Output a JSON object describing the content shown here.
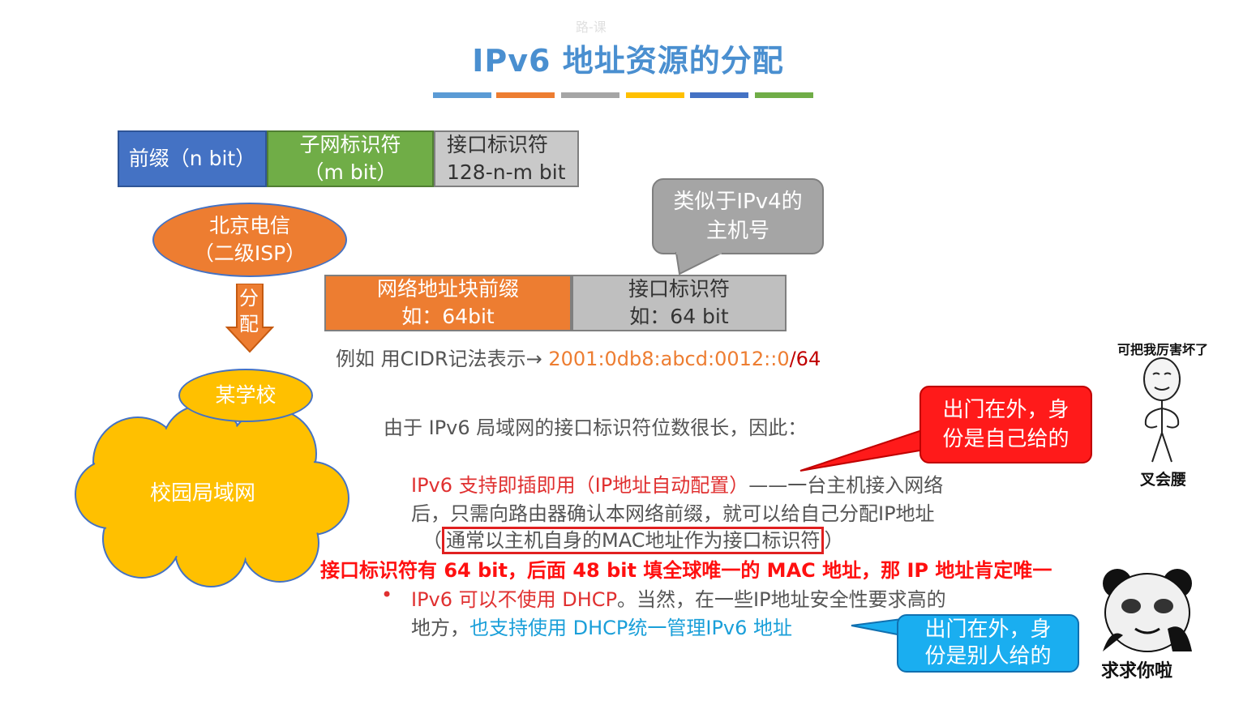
{
  "watermark": "路-课",
  "title": "IPv6 地址资源的分配",
  "title_bar_colors": [
    "#5b9bd5",
    "#ed7d31",
    "#a5a5a5",
    "#ffc000",
    "#4472c4",
    "#70ad47"
  ],
  "address_layout": {
    "prefix": "前缀（n bit）",
    "subnet_line1": "子网标识符",
    "subnet_line2": "（m bit）",
    "interface_line1": "接口标识符",
    "interface_line2": "128-n-m bit"
  },
  "isp": {
    "line1": "北京电信",
    "line2": "（二级ISP）",
    "allocate_arrow_line1": "分",
    "allocate_arrow_line2": "配"
  },
  "campus": {
    "school": "某学校",
    "lan": "校园局域网"
  },
  "gray_callout": {
    "line1": "类似于IPv4的",
    "line2": "主机号"
  },
  "block": {
    "net_line1": "网络地址块前缀",
    "net_line2": "如：64bit",
    "iface_line1": "接口标识符",
    "iface_line2": "如：64 bit"
  },
  "cidr": {
    "prefix_text": "例如 用CIDR记法表示→ ",
    "address": "2001:0db8:abcd:0012::0",
    "suffix": "/64"
  },
  "text": {
    "intro": "由于 IPv6 局域网的接口标识符位数很长，因此：",
    "bullet1_red": "IPv6 支持即插即用（IP地址自动配置）",
    "bullet1_rest": "——一台主机接入网络",
    "bullet1_line2": "后，只需向路由器确认本网络前缀，就可以给自己分配IP地址",
    "bullet1_line3_open": "（",
    "bullet1_line3_boxed": "通常以主机自身的MAC地址作为接口标识符",
    "bullet1_line3_close": "）",
    "emphasis": "接口标识符有 64 bit，后面 48 bit 填全球唯一的 MAC 地址，那 IP 地址肯定唯一",
    "bullet_mark": "•",
    "bullet2_red": "IPv6 可以不使用 DHCP",
    "bullet2_rest": "。当然，在一些IP地址安全性要求高的",
    "bullet2_line2_start": "地方，",
    "bullet2_line2_blue": "也支持使用 DHCP统一管理IPv6 地址"
  },
  "red_callout": {
    "line1": "出门在外，身",
    "line2": "份是自己给的"
  },
  "blue_callout": {
    "line1": "出门在外，身",
    "line2": "份是别人给的"
  },
  "meme1": {
    "caption_top": "可把我厉害坏了",
    "caption_bottom": "叉会腰"
  },
  "meme2": {
    "caption": "求求你啦"
  }
}
